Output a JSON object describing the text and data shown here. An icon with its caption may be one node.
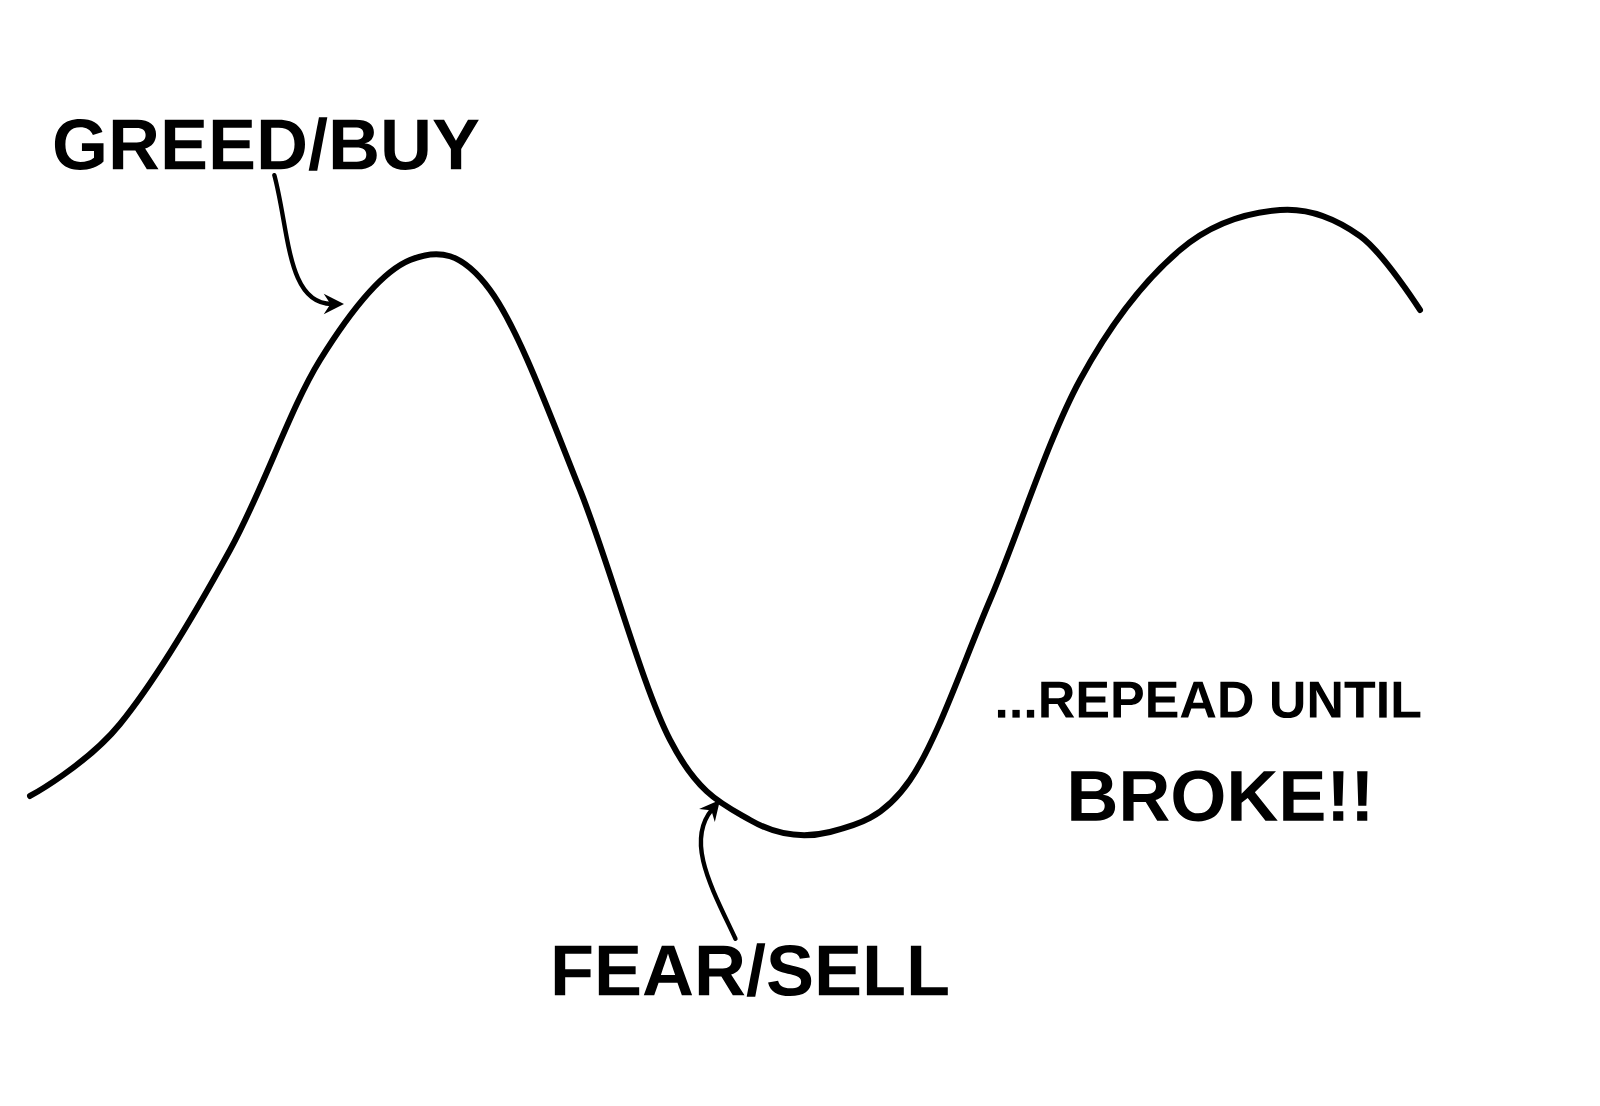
{
  "diagram": {
    "nodes": [
      {
        "text": [
          "GREED/BUY"
        ]
      },
      {
        "text": [
          "FEAR/SELL"
        ]
      }
    ],
    "edges": [
      {
        "from": 0,
        "to": null,
        "arrow": "to"
      },
      {
        "from": 1,
        "to": null,
        "arrow": "to"
      }
    ],
    "labels": [
      "...REPEAD UNTIL",
      "BROKE!!"
    ]
  }
}
